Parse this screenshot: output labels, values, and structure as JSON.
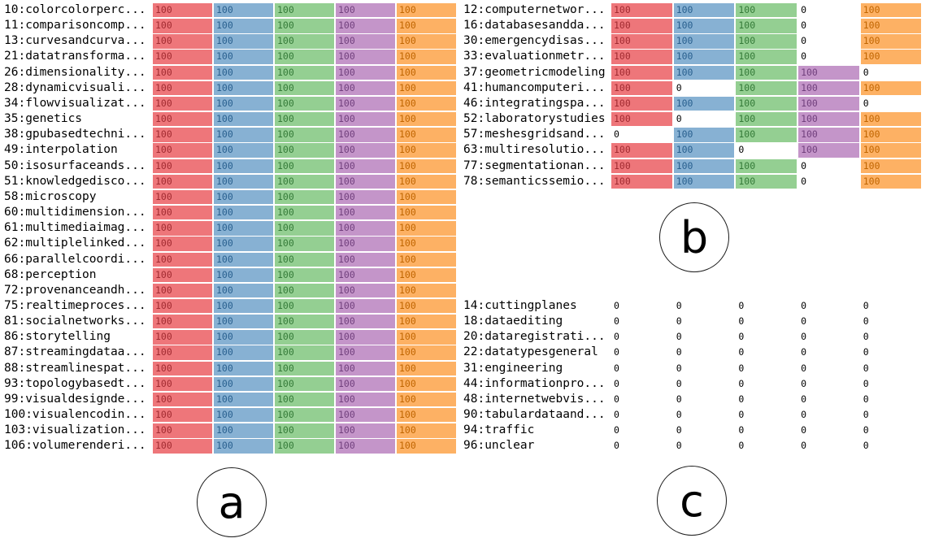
{
  "figure": {
    "background": "#ffffff",
    "panel_labels": [
      "a",
      "b",
      "c"
    ]
  },
  "palette": {
    "column_color_names": [
      "red",
      "blue",
      "green",
      "purple",
      "orange"
    ],
    "cell_bg": [
      "#ee767a",
      "#87b1d3",
      "#94cf92",
      "#c495c9",
      "#fdb164"
    ],
    "cell_text": [
      "#a12a30",
      "#29608f",
      "#347a38",
      "#71407d",
      "#c06500"
    ],
    "zero_text": "#000000",
    "label_text": "#000000"
  },
  "chart_data": [
    {
      "type": "heatmap",
      "panel": "a",
      "circle_label": "a",
      "rows": [
        {
          "label": "10:colorcolorperc...",
          "values": [
            100,
            100,
            100,
            100,
            100
          ]
        },
        {
          "label": "11:comparisoncomp...",
          "values": [
            100,
            100,
            100,
            100,
            100
          ]
        },
        {
          "label": "13:curvesandcurva...",
          "values": [
            100,
            100,
            100,
            100,
            100
          ]
        },
        {
          "label": "21:datatransforma...",
          "values": [
            100,
            100,
            100,
            100,
            100
          ]
        },
        {
          "label": "26:dimensionality...",
          "values": [
            100,
            100,
            100,
            100,
            100
          ]
        },
        {
          "label": "28:dynamicvisuali...",
          "values": [
            100,
            100,
            100,
            100,
            100
          ]
        },
        {
          "label": "34:flowvisualizat...",
          "values": [
            100,
            100,
            100,
            100,
            100
          ]
        },
        {
          "label": "35:genetics",
          "values": [
            100,
            100,
            100,
            100,
            100
          ]
        },
        {
          "label": "38:gpubasedtechni...",
          "values": [
            100,
            100,
            100,
            100,
            100
          ]
        },
        {
          "label": "49:interpolation",
          "values": [
            100,
            100,
            100,
            100,
            100
          ]
        },
        {
          "label": "50:isosurfaceands...",
          "values": [
            100,
            100,
            100,
            100,
            100
          ]
        },
        {
          "label": "51:knowledgedisco...",
          "values": [
            100,
            100,
            100,
            100,
            100
          ]
        },
        {
          "label": "58:microscopy",
          "values": [
            100,
            100,
            100,
            100,
            100
          ]
        },
        {
          "label": "60:multidimension...",
          "values": [
            100,
            100,
            100,
            100,
            100
          ]
        },
        {
          "label": "61:multimediaimag...",
          "values": [
            100,
            100,
            100,
            100,
            100
          ]
        },
        {
          "label": "62:multiplelinked...",
          "values": [
            100,
            100,
            100,
            100,
            100
          ]
        },
        {
          "label": "66:parallelcoordi...",
          "values": [
            100,
            100,
            100,
            100,
            100
          ]
        },
        {
          "label": "68:perception",
          "values": [
            100,
            100,
            100,
            100,
            100
          ]
        },
        {
          "label": "72:provenanceandh...",
          "values": [
            100,
            100,
            100,
            100,
            100
          ]
        },
        {
          "label": "75:realtimeproces...",
          "values": [
            100,
            100,
            100,
            100,
            100
          ]
        },
        {
          "label": "81:socialnetworks...",
          "values": [
            100,
            100,
            100,
            100,
            100
          ]
        },
        {
          "label": "86:storytelling",
          "values": [
            100,
            100,
            100,
            100,
            100
          ]
        },
        {
          "label": "87:streamingdataa...",
          "values": [
            100,
            100,
            100,
            100,
            100
          ]
        },
        {
          "label": "88:streamlinespat...",
          "values": [
            100,
            100,
            100,
            100,
            100
          ]
        },
        {
          "label": "93:topologybasedt...",
          "values": [
            100,
            100,
            100,
            100,
            100
          ]
        },
        {
          "label": "99:visualdesignde...",
          "values": [
            100,
            100,
            100,
            100,
            100
          ]
        },
        {
          "label": "100:visualencodin...",
          "values": [
            100,
            100,
            100,
            100,
            100
          ]
        },
        {
          "label": "103:visualization...",
          "values": [
            100,
            100,
            100,
            100,
            100
          ]
        },
        {
          "label": "106:volumerenderi...",
          "values": [
            100,
            100,
            100,
            100,
            100
          ]
        }
      ]
    },
    {
      "type": "heatmap",
      "panel": "b",
      "circle_label": "b",
      "rows": [
        {
          "label": "12:computernetwor...",
          "values": [
            100,
            100,
            100,
            0,
            100
          ]
        },
        {
          "label": "16:databasesandda...",
          "values": [
            100,
            100,
            100,
            0,
            100
          ]
        },
        {
          "label": "30:emergencydisas...",
          "values": [
            100,
            100,
            100,
            0,
            100
          ]
        },
        {
          "label": "33:evaluationmetr...",
          "values": [
            100,
            100,
            100,
            0,
            100
          ]
        },
        {
          "label": "37:geometricmodeling",
          "values": [
            100,
            100,
            100,
            100,
            0
          ]
        },
        {
          "label": "41:humancomputeri...",
          "values": [
            100,
            0,
            100,
            100,
            100
          ]
        },
        {
          "label": "46:integratingspa...",
          "values": [
            100,
            100,
            100,
            100,
            0
          ]
        },
        {
          "label": "52:laboratorystudies",
          "values": [
            100,
            0,
            100,
            100,
            100
          ]
        },
        {
          "label": "57:meshesgridsand...",
          "values": [
            0,
            100,
            100,
            100,
            100
          ]
        },
        {
          "label": "63:multiresolutio...",
          "values": [
            100,
            100,
            0,
            100,
            100
          ]
        },
        {
          "label": "77:segmentationan...",
          "values": [
            100,
            100,
            100,
            0,
            100
          ]
        },
        {
          "label": "78:semanticssemio...",
          "values": [
            100,
            100,
            100,
            0,
            100
          ]
        }
      ]
    },
    {
      "type": "heatmap",
      "panel": "c",
      "circle_label": "c",
      "rows": [
        {
          "label": "14:cuttingplanes",
          "values": [
            0,
            0,
            0,
            0,
            0
          ]
        },
        {
          "label": "18:dataediting",
          "values": [
            0,
            0,
            0,
            0,
            0
          ]
        },
        {
          "label": "20:dataregistrati...",
          "values": [
            0,
            0,
            0,
            0,
            0
          ]
        },
        {
          "label": "22:datatypesgeneral",
          "values": [
            0,
            0,
            0,
            0,
            0
          ]
        },
        {
          "label": "31:engineering",
          "values": [
            0,
            0,
            0,
            0,
            0
          ]
        },
        {
          "label": "44:informationpro...",
          "values": [
            0,
            0,
            0,
            0,
            0
          ]
        },
        {
          "label": "48:internetwebvis...",
          "values": [
            0,
            0,
            0,
            0,
            0
          ]
        },
        {
          "label": "90:tabulardataand...",
          "values": [
            0,
            0,
            0,
            0,
            0
          ]
        },
        {
          "label": "94:traffic",
          "values": [
            0,
            0,
            0,
            0,
            0
          ]
        },
        {
          "label": "96:unclear",
          "values": [
            0,
            0,
            0,
            0,
            0
          ]
        }
      ]
    }
  ]
}
